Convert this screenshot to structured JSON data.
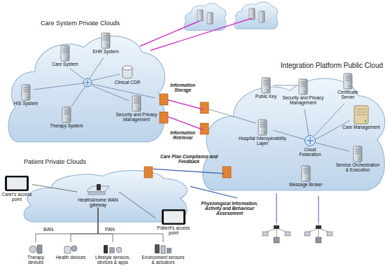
{
  "diagram": {
    "nodes": [
      {
        "text": [
          "Care System Private Clouds"
        ]
      },
      {
        "text": [
          "HIS System"
        ],
        "in": 0
      },
      {
        "text": [
          "Care System"
        ],
        "in": 0
      },
      {
        "text": [
          "EHR System"
        ],
        "in": 0
      },
      {
        "text": [
          "Clinical CDR"
        ],
        "in": 0
      },
      {
        "text": [
          "Security and Privacy Management"
        ],
        "in": 0
      },
      {
        "text": [
          "Therapy System"
        ],
        "in": 0
      },
      {
        "text": [
          "Integration Platform Public Cloud"
        ]
      },
      {
        "text": [
          "Public Key"
        ],
        "in": 7
      },
      {
        "text": [
          "Security and Privacy Management"
        ],
        "in": 7
      },
      {
        "text": [
          "Certificate Server"
        ],
        "in": 7
      },
      {
        "text": [
          "Care Management"
        ],
        "in": 7
      },
      {
        "text": [
          "Hospital Interoperability Layer"
        ],
        "in": 7
      },
      {
        "text": [
          "Cloud Federation"
        ],
        "in": 7
      },
      {
        "text": [
          "Service Orchestration & Execution"
        ],
        "in": 7
      },
      {
        "text": [
          "Message Broker"
        ],
        "in": 7
      },
      {
        "text": [
          "Patient Private Clouds"
        ]
      },
      {
        "text": [
          "Carer's access point"
        ]
      },
      {
        "text": [
          "Health&Home WAN gateway"
        ],
        "in": 16
      },
      {
        "text": [
          "Patient's access point"
        ]
      },
      {
        "text": [
          "Therapy devices"
        ]
      },
      {
        "text": [
          "Health devices"
        ]
      },
      {
        "text": [
          "Lifestyle sensors, devices & apps"
        ]
      },
      {
        "text": [
          "Environment sensors & actuators"
        ]
      }
    ],
    "edges": [
      {
        "from": 0,
        "to": 7,
        "label": "Information Storage",
        "arrow": "none"
      },
      {
        "from": 7,
        "to": 0,
        "label": "Information Retrieval",
        "arrow": "none"
      },
      {
        "from": 16,
        "to": 7,
        "label": "Care Plan Compliance and Feedback",
        "arrow": "none"
      },
      {
        "from": 16,
        "to": 7,
        "label": "Physiological Information, Activity and Behaviour Assessment",
        "arrow": "none"
      },
      {
        "from": 18,
        "to": 17,
        "arrow": "none"
      },
      {
        "from": 18,
        "to": 19,
        "arrow": "none"
      },
      {
        "from": 18,
        "to": 20,
        "arrow": "none"
      },
      {
        "from": 18,
        "to": 21,
        "arrow": "none"
      },
      {
        "from": 18,
        "to": 22,
        "arrow": "none"
      },
      {
        "from": 18,
        "to": 23,
        "arrow": "none"
      }
    ],
    "labels": [
      "BAN",
      "PAN"
    ]
  }
}
